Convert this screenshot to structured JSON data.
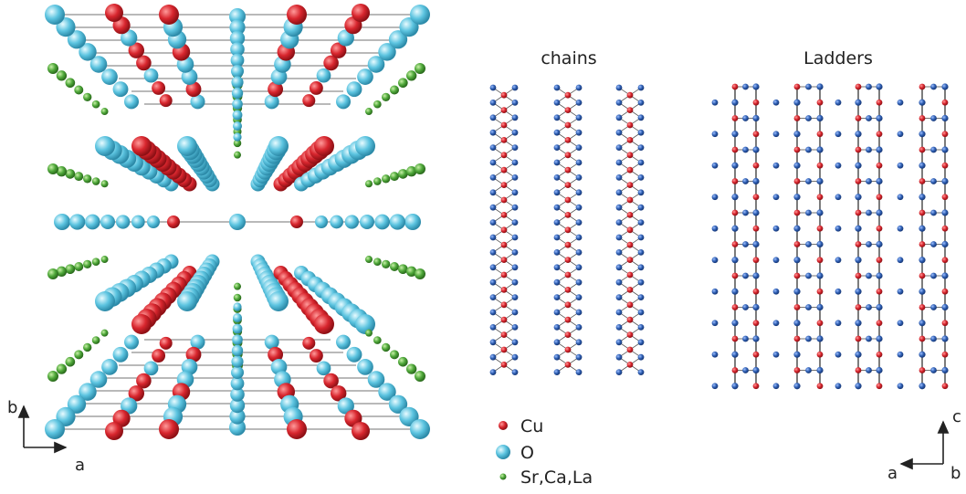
{
  "panels": {
    "chains_title": "chains",
    "ladders_title": "Ladders"
  },
  "axes": {
    "left": {
      "vertical": "b",
      "horizontal": "a"
    },
    "right": {
      "vertical": "c",
      "horizontal_left": "a",
      "corner": "b"
    }
  },
  "legend": [
    {
      "label": "Cu",
      "color": "#d8262e"
    },
    {
      "label": "O",
      "color": "#5cc4e0"
    },
    {
      "label": "Sr,Ca,La",
      "color": "#4fa83a"
    }
  ],
  "colors": {
    "cu": "#d8262e",
    "o_light": "#5cc4e0",
    "o_dark": "#2f5fb3",
    "sr": "#4fa83a",
    "bond": "#444444"
  }
}
